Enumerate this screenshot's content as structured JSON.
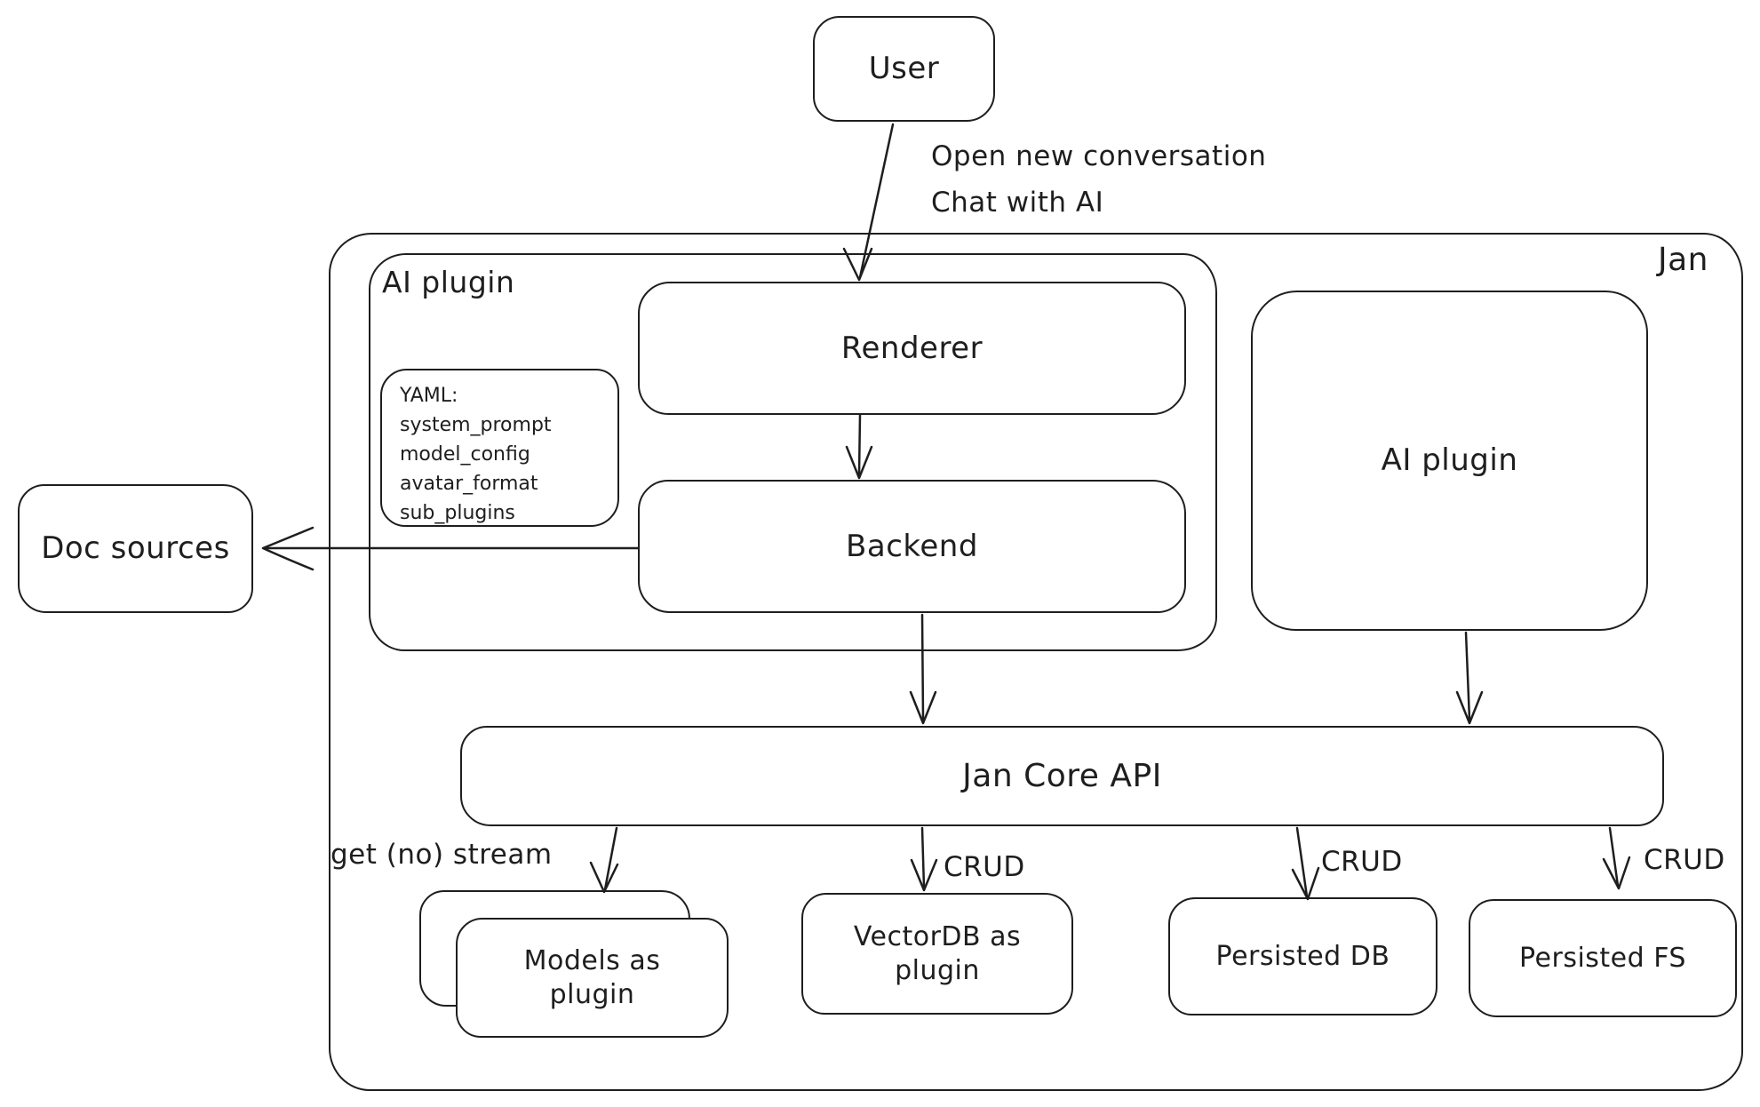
{
  "nodes": {
    "user": "User",
    "jan": "Jan",
    "plugin_container": "AI plugin",
    "renderer": "Renderer",
    "backend": "Backend",
    "doc_sources": "Doc sources",
    "plugin_right": "AI plugin",
    "core_api": "Jan Core API",
    "models_plugin": "Models as plugin",
    "vectordb_plugin": "VectorDB as plugin",
    "persisted_db": "Persisted DB",
    "persisted_fs": "Persisted FS"
  },
  "yaml_note": {
    "title": "YAML:",
    "lines": [
      "system_prompt",
      "model_config",
      "avatar_format",
      "sub_plugins"
    ]
  },
  "edges": {
    "user_flow_line1": "Open new conversation",
    "user_flow_line2": "Chat with AI",
    "models_label": "get (no) stream",
    "crud_vectordb": "CRUD",
    "crud_db": "CRUD",
    "crud_fs": "CRUD"
  },
  "colors": {
    "stroke": "#1e1e1e",
    "background": "#ffffff"
  }
}
